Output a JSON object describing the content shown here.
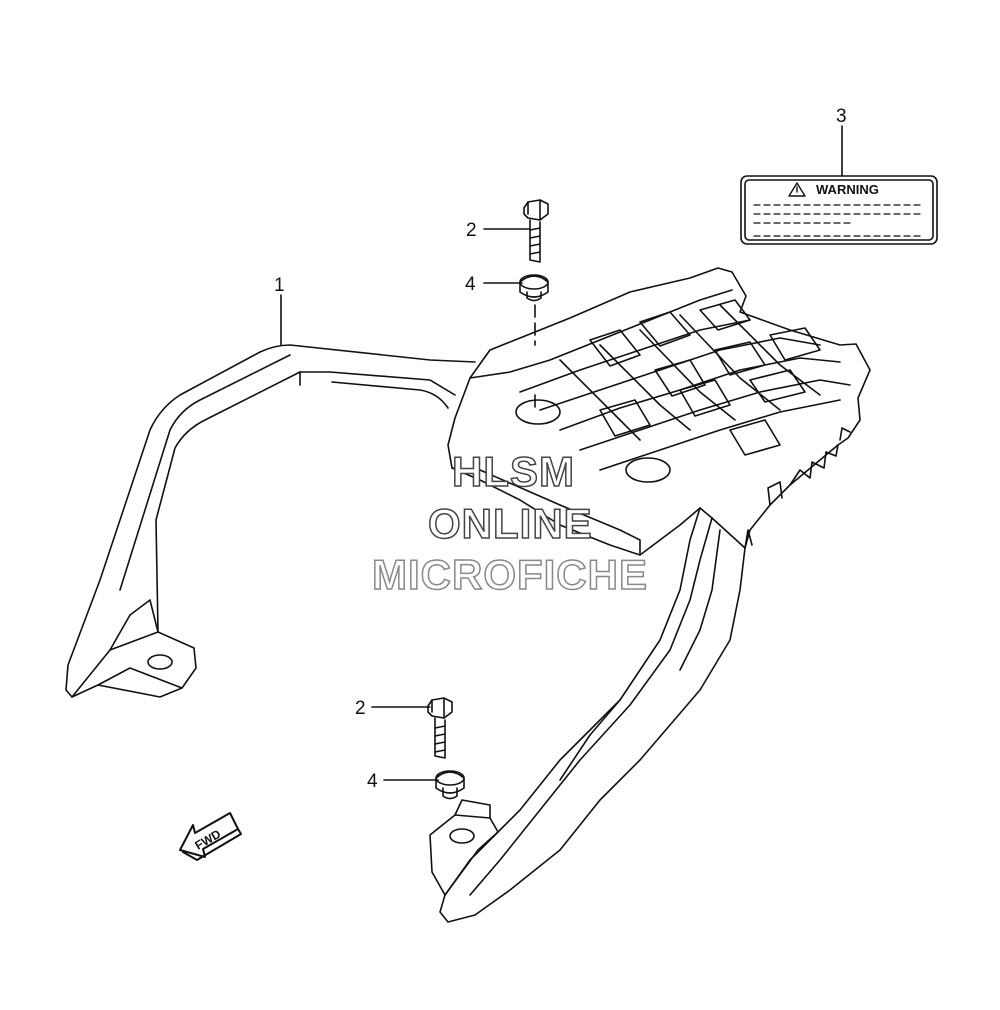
{
  "callouts": [
    {
      "id": "callout-1",
      "label": "1"
    },
    {
      "id": "callout-2-top",
      "label": "2"
    },
    {
      "id": "callout-2-bottom",
      "label": "2"
    },
    {
      "id": "callout-3",
      "label": "3"
    },
    {
      "id": "callout-4-top",
      "label": "4"
    },
    {
      "id": "callout-4-bottom",
      "label": "4"
    }
  ],
  "warning_label": {
    "title": "WARNING"
  },
  "fwd_arrow": {
    "text": "FWD"
  },
  "watermark": {
    "line1": "HLSM",
    "line2": "ONLINE",
    "line3": "MICROFICHE"
  },
  "colors": {
    "line": "#111111",
    "background": "#ffffff"
  }
}
